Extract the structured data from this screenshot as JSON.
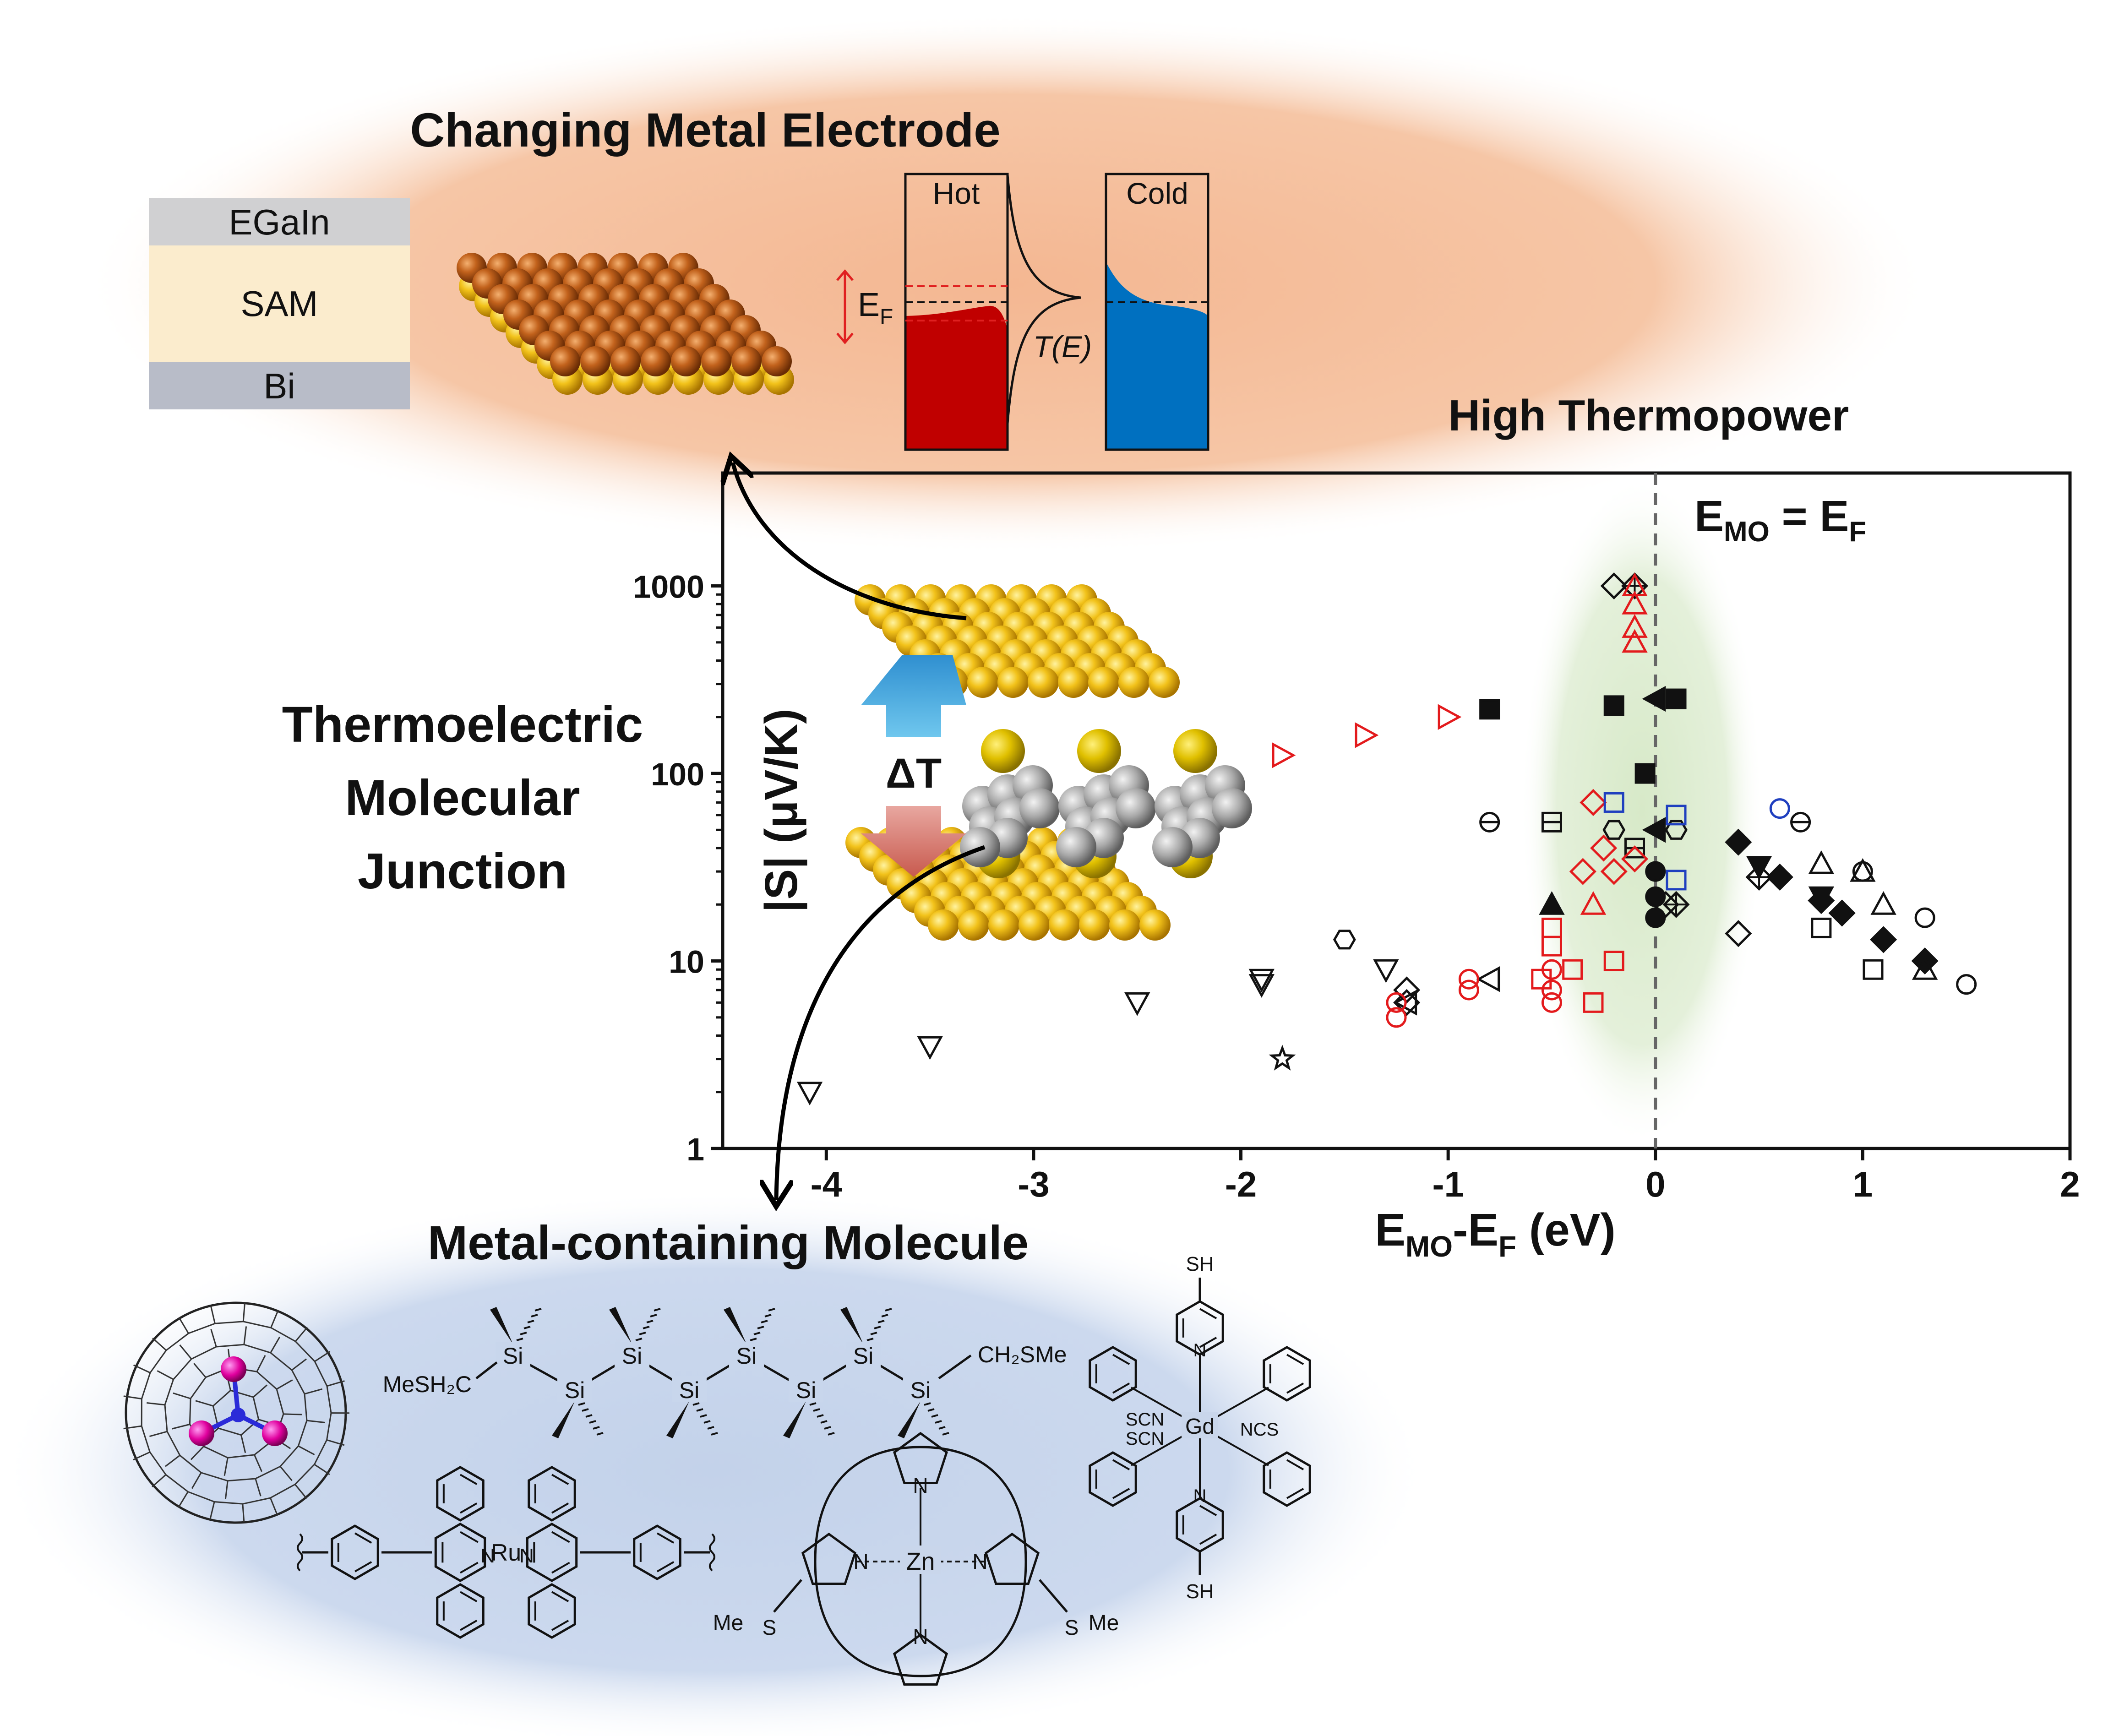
{
  "top_panel": {
    "title": "Changing Metal Electrode",
    "stack": {
      "top": "EGaIn",
      "middle": "SAM",
      "bottom": "Bi"
    },
    "hot_label": "Hot",
    "cold_label": "Cold",
    "fermi_label": "E",
    "fermi_sub": "F",
    "transmission_label": "T(E)",
    "colors": {
      "hot": "#c00000",
      "cold": "#0070c0"
    }
  },
  "middle_panel": {
    "left_title_lines": [
      "Thermoelectric",
      "Molecular",
      "Junction"
    ],
    "delta_t_label": "ΔT"
  },
  "chart_data": {
    "type": "scatter",
    "title": "High Thermopower",
    "annotation": {
      "base": "E",
      "sub": "MO",
      "rest": " = E",
      "sub2": "F"
    },
    "xlabel": {
      "base": "E",
      "sub": "MO",
      "mid": "-E",
      "sub2": "F",
      "tail": " (eV)"
    },
    "ylabel": "|S| (μV/K)",
    "xlim": [
      -4.5,
      2
    ],
    "ylim": [
      1,
      4000
    ],
    "yscale": "log",
    "xticks": [
      -4,
      -3,
      -2,
      -1,
      0,
      1,
      2
    ],
    "yticks": [
      1,
      10,
      100,
      1000
    ],
    "xtick_labels": [
      "-4",
      "-3",
      "-2",
      "-1",
      "0",
      "1",
      "2"
    ],
    "ytick_labels": [
      "1",
      "10",
      "100",
      "1000"
    ],
    "vertical_reference_x": 0,
    "highlight_band_x": [
      -0.55,
      0.55
    ],
    "series": [
      {
        "color": "#111111",
        "marker": "tri-down-open",
        "points": [
          [
            -4.08,
            2
          ],
          [
            -3.5,
            3.5
          ],
          [
            -2.5,
            6
          ],
          [
            -1.9,
            8
          ],
          [
            -1.9,
            7.5
          ],
          [
            -1.3,
            9
          ]
        ]
      },
      {
        "color": "#111111",
        "marker": "star-open",
        "points": [
          [
            -1.8,
            3
          ]
        ]
      },
      {
        "color": "#111111",
        "marker": "hexagon-open",
        "points": [
          [
            -1.5,
            13
          ],
          [
            -0.2,
            50
          ],
          [
            0.1,
            50
          ]
        ]
      },
      {
        "color": "#111111",
        "marker": "diamond-open",
        "points": [
          [
            -1.2,
            6
          ],
          [
            -1.2,
            7
          ],
          [
            -0.2,
            1000
          ],
          [
            0.4,
            14
          ],
          [
            0.05,
            20
          ]
        ]
      },
      {
        "color": "#111111",
        "marker": "tri-left-open",
        "points": [
          [
            -1.2,
            6
          ],
          [
            -0.8,
            8
          ]
        ]
      },
      {
        "color": "#111111",
        "marker": "theta",
        "points": [
          [
            -0.8,
            55
          ],
          [
            0.7,
            55
          ]
        ]
      },
      {
        "color": "#111111",
        "marker": "boxminus",
        "points": [
          [
            -0.5,
            55
          ],
          [
            -0.1,
            40
          ]
        ]
      },
      {
        "color": "#111111",
        "marker": "square-filled",
        "points": [
          [
            -0.8,
            220
          ],
          [
            -0.2,
            230
          ],
          [
            0.1,
            250
          ],
          [
            -0.05,
            100
          ]
        ]
      },
      {
        "color": "#111111",
        "marker": "tri-up-filled",
        "points": [
          [
            -0.5,
            20
          ]
        ]
      },
      {
        "color": "#111111",
        "marker": "circle-filled",
        "points": [
          [
            0,
            30
          ],
          [
            0,
            22
          ],
          [
            0,
            17
          ]
        ]
      },
      {
        "color": "#111111",
        "marker": "tri-left-filled",
        "points": [
          [
            0,
            250
          ],
          [
            0,
            50
          ]
        ]
      },
      {
        "color": "#111111",
        "marker": "diamond-filled",
        "points": [
          [
            0.4,
            43
          ],
          [
            0.6,
            28
          ],
          [
            0.8,
            21
          ],
          [
            0.9,
            18
          ],
          [
            1.1,
            13
          ],
          [
            1.3,
            10
          ]
        ]
      },
      {
        "color": "#111111",
        "marker": "tri-down-filled",
        "points": [
          [
            0.5,
            32
          ],
          [
            0.8,
            22
          ]
        ]
      },
      {
        "color": "#111111",
        "marker": "tri-up-open",
        "points": [
          [
            0.8,
            33
          ],
          [
            1.0,
            30
          ],
          [
            1.1,
            20
          ],
          [
            1.3,
            9
          ]
        ]
      },
      {
        "color": "#111111",
        "marker": "circle-open",
        "points": [
          [
            1.0,
            30
          ],
          [
            1.3,
            17
          ],
          [
            1.5,
            7.5
          ]
        ]
      },
      {
        "color": "#111111",
        "marker": "square-open",
        "points": [
          [
            0.8,
            15
          ],
          [
            1.05,
            9
          ]
        ]
      },
      {
        "color": "#111111",
        "marker": "crosshair",
        "points": [
          [
            0.5,
            28
          ],
          [
            0.1,
            20
          ],
          [
            -0.1,
            1000
          ]
        ]
      },
      {
        "color": "#e31a1c",
        "marker": "tri-right-open",
        "points": [
          [
            -1.8,
            125
          ],
          [
            -1.4,
            160
          ],
          [
            -1.0,
            200
          ]
        ]
      },
      {
        "color": "#e31a1c",
        "marker": "tri-up-open",
        "points": [
          [
            -0.1,
            500
          ],
          [
            -0.1,
            600
          ],
          [
            -0.1,
            800
          ],
          [
            -0.1,
            1000
          ],
          [
            -0.3,
            20
          ]
        ]
      },
      {
        "color": "#e31a1c",
        "marker": "diamond-open",
        "points": [
          [
            -0.3,
            70
          ],
          [
            -0.25,
            40
          ],
          [
            -0.2,
            30
          ],
          [
            -0.35,
            30
          ],
          [
            -0.1,
            35
          ]
        ]
      },
      {
        "color": "#e31a1c",
        "marker": "square-open",
        "points": [
          [
            -0.5,
            15
          ],
          [
            -0.5,
            12
          ],
          [
            -0.4,
            9
          ],
          [
            -0.3,
            6
          ],
          [
            -0.2,
            10
          ],
          [
            -0.55,
            8
          ]
        ]
      },
      {
        "color": "#e31a1c",
        "marker": "circle-open",
        "points": [
          [
            -0.9,
            7
          ],
          [
            -0.9,
            8
          ],
          [
            -0.5,
            6
          ],
          [
            -0.5,
            7
          ],
          [
            -0.5,
            9
          ],
          [
            -1.25,
            5
          ],
          [
            -1.25,
            6
          ]
        ]
      },
      {
        "color": "#1f3fbf",
        "marker": "square-open",
        "points": [
          [
            -0.2,
            70
          ],
          [
            0.1,
            60
          ],
          [
            0.1,
            27
          ]
        ]
      },
      {
        "color": "#1f3fbf",
        "marker": "circle-open",
        "points": [
          [
            0.6,
            65
          ]
        ]
      }
    ]
  },
  "bottom_panel": {
    "title": "Metal-containing Molecule",
    "silane": {
      "left_end": "MeSH₂C",
      "right_end": "CH₂SMe",
      "atom": "Si"
    },
    "ru_complex": {
      "metal": "Ru",
      "n": "N"
    },
    "zn_porphyrin": {
      "metal": "Zn",
      "n": "N",
      "substituent": "Me",
      "s": "S"
    },
    "gd_complex": {
      "metal": "Gd",
      "ligand_left1": "SCN",
      "ligand_left2": "SCN",
      "ligand_right": "NCS",
      "thiol": "SH",
      "n": "N"
    }
  }
}
